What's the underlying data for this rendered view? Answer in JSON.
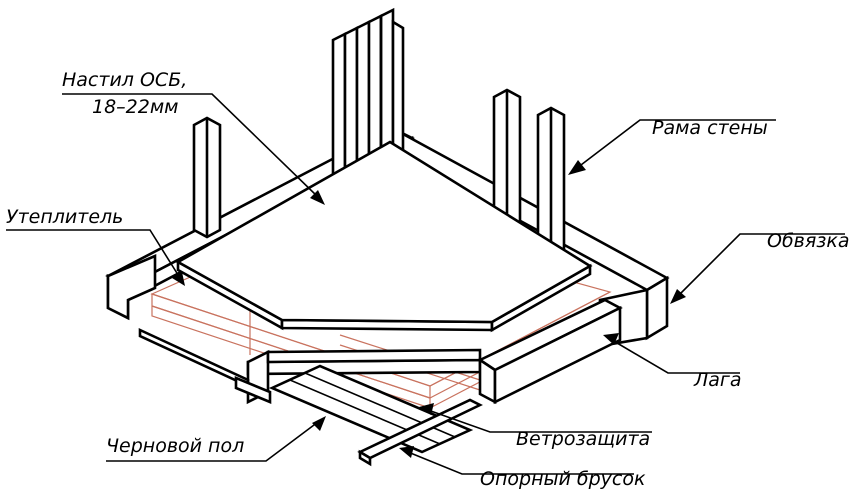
{
  "labels": {
    "osb_line1": "Настил ОСБ,",
    "osb_line2": "18–22мм",
    "wall_frame": "Рама стены",
    "insulation": "Утеплитель",
    "strapping": "Обвязка",
    "joist": "Лага",
    "wind_barrier": "Ветрозащита",
    "subfloor": "Черновой пол",
    "support_bar": "Опорный брусок"
  },
  "colors": {
    "line": "#000000",
    "insulation": "#c9735f",
    "background": "#ffffff"
  }
}
